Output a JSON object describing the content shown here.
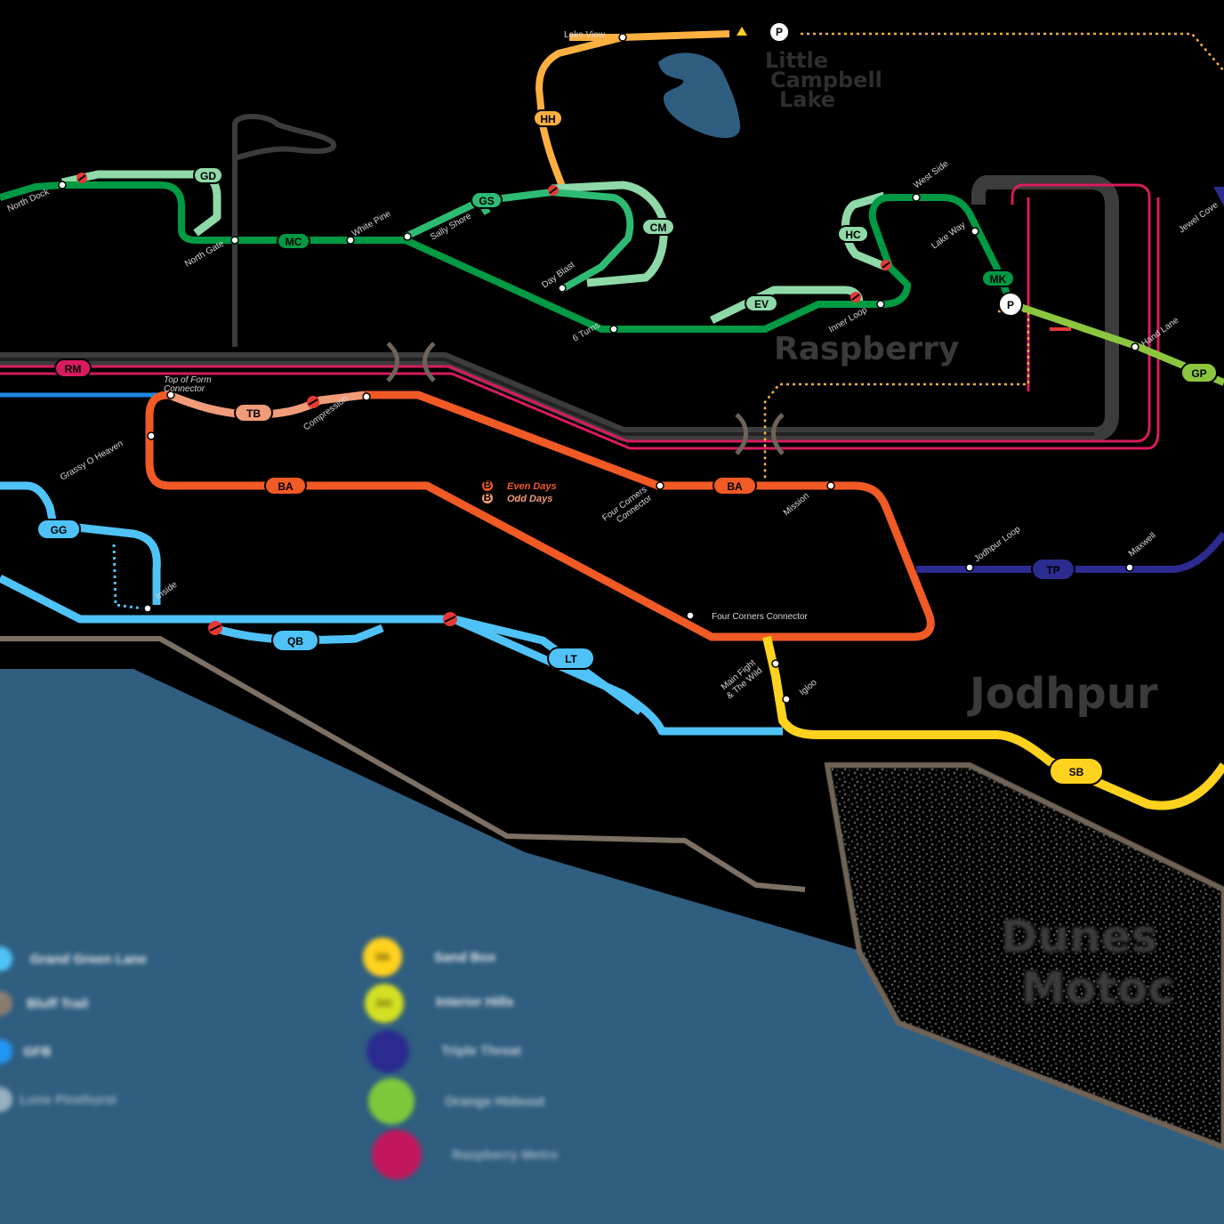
{
  "regions": {
    "lake": [
      "Little",
      "Campbell",
      "Lake"
    ],
    "raspberry": "Raspberry",
    "jodhpur": "Jodhpur",
    "dunes": [
      "Dunes",
      "Motoc"
    ]
  },
  "badges": {
    "gd": "GD",
    "mc": "MC",
    "gs": "GS",
    "cm": "CM",
    "hh": "HH",
    "hc": "HC",
    "ev": "EV",
    "mk": "MK",
    "gp": "GP",
    "rm": "RM",
    "tb": "TB",
    "ba1": "BA",
    "ba2": "BA",
    "gg": "GG",
    "qb": "QB",
    "lt": "LT",
    "tp": "TP",
    "sb": "SB",
    "p1": "P",
    "p2": "P",
    "even": "B",
    "odd": "B"
  },
  "stations": {
    "north_dock": "North Dock",
    "north_gate": "North Gate",
    "white_pine": "White Pine",
    "sally_shore": "Sally Shore",
    "lake_view": "Lake View",
    "day_blast": "Day Blast",
    "six_turns": "6 Turns",
    "inner_loop": "Inner Loop",
    "lake_way": "Lake Way",
    "west_side": "West Side",
    "jewel_cove": "Jewel Cove",
    "hand_lane": "Hand Lane",
    "top_of_form": [
      "Top of Form",
      "Connector"
    ],
    "compression": "Compression",
    "grassy_heaven": "Grassy O Heaven",
    "four_corners_a": [
      "Four Corners",
      "Connector"
    ],
    "mission": "Mission",
    "four_corners_b": "Four Corners Connector",
    "inside": "Inside",
    "main_fight": [
      "Main Fight",
      "& The Wild"
    ],
    "igloo": "Igloo",
    "jodhpur_loop": "Jodhpur Loop",
    "maxwell": "Maxwell"
  },
  "service_notes": {
    "even": "Even Days",
    "odd": "Odd Days"
  },
  "legend": {
    "col1": [
      {
        "color": "#4fc3f7",
        "label": "Grand Green Lane"
      },
      {
        "color": "#8a7d70",
        "label": "Bluff Trail"
      },
      {
        "color": "#2196f3",
        "label": "GFB"
      },
      {
        "color": "#ffffff",
        "label": "Lone Pinehurst"
      }
    ],
    "col2": [
      {
        "badge": "SB",
        "color": "#ffd21e",
        "label": "Sand Box"
      },
      {
        "badge": "DO",
        "color": "#d4e022",
        "label": "Interior Hills"
      },
      {
        "badge": "",
        "color": "#2c2b8f",
        "label": "Triple Threat"
      },
      {
        "badge": "",
        "color": "#7dc93a",
        "label": "Orange Hideout"
      },
      {
        "badge": "",
        "color": "#c2185b",
        "label": "Raspberry Metro"
      }
    ]
  },
  "colors": {
    "green_dark": "#009a44",
    "green_mid": "#2dbb74",
    "green_pale": "#8fd9a8",
    "orange": "#f15a24",
    "salmon": "#f19c79",
    "blue_light": "#4fc3f7",
    "blue_mid": "#1e88e5",
    "yellow": "#ffd21e",
    "amber": "#fbb040",
    "navy": "#2c2b8f",
    "lime": "#8cc63f",
    "raspberry": "#d81b60",
    "gray_road": "#3c3c3c",
    "taupe": "#7d7064",
    "water": "#2f5e80"
  }
}
